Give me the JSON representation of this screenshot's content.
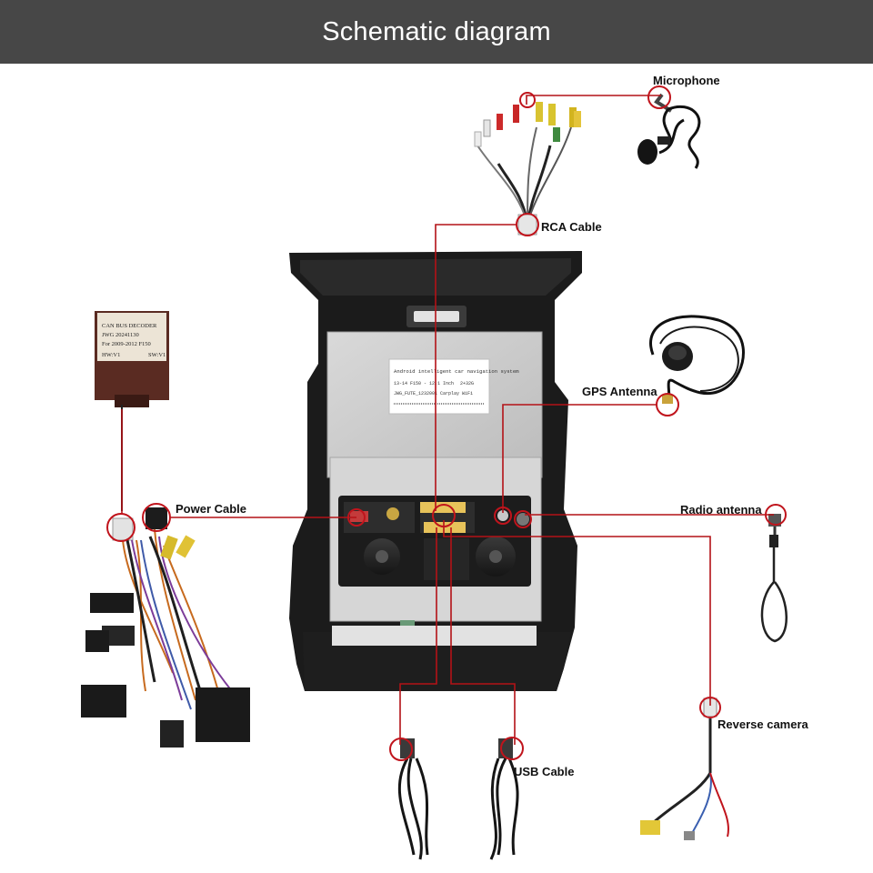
{
  "header": {
    "title": "Schematic diagram"
  },
  "colors": {
    "header_bg": "#474747",
    "callout": "#c0141c",
    "wire": "#b31217"
  },
  "decoder": {
    "line1": "CAN BUS DECODER",
    "line2": "JWG 20241130",
    "line3": "For 2009-2012 F150",
    "left_tag": "HW:V1",
    "right_tag": "SW:V1"
  },
  "head_unit": {
    "sticker_title": "Android intelligent car navigation system",
    "sticker_line1": "13-14 F150 - 12.1 Inch",
    "sticker_line2": "2+32G",
    "sticker_line3": "JWG_FUTE_1232001 Carplay  WiFi"
  },
  "labels": {
    "microphone": "Microphone",
    "rca_cable": "RCA Cable",
    "gps_antenna": "GPS Antenna",
    "power_cable": "Power Cable",
    "radio_antenna": "Radio antenna",
    "reverse_camera": "Reverse camera",
    "usb_cable": "USB Cable"
  },
  "icons": [
    "microphone-icon",
    "gps-antenna-icon",
    "radio-antenna-icon",
    "camera-cable-icon",
    "usb-cable-icon",
    "rca-cable-icon",
    "power-harness-icon",
    "decoder-box-icon"
  ]
}
